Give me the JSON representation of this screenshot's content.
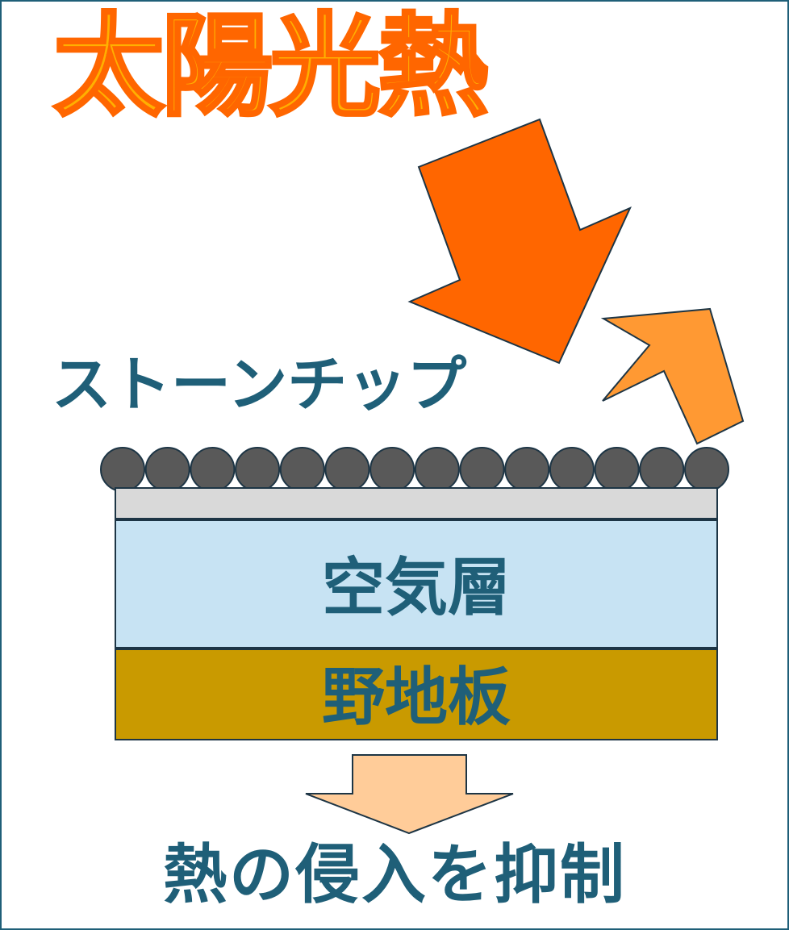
{
  "title": "太陽光熱",
  "stone_chip_label": "ストーンチップ",
  "layers": {
    "air_layer": "空気層",
    "sheathing_board": "野地板"
  },
  "bottom_caption": "熱の侵入を抑制",
  "colors": {
    "title_fill": "#ffb000",
    "title_stroke": "#ff6600",
    "incoming_arrow": "#ff6600",
    "reflected_arrow": "#ff9933",
    "down_arrow": "#ffcc99",
    "stone": "#595959",
    "base_layer": "#d9d9d9",
    "air_layer": "#c7e3f3",
    "board_layer": "#c99a00",
    "text": "#1f5f78",
    "frame": "#1f5f78"
  },
  "stone_chip_count": 14
}
